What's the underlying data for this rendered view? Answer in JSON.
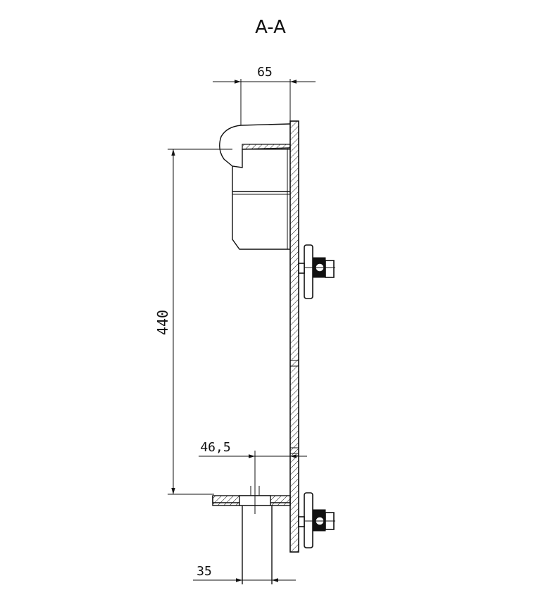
{
  "drawing": {
    "section_title": "A-A",
    "dimensions": {
      "top_width": "65",
      "height": "440",
      "hole_offset": "46,5",
      "bottom_width": "35"
    }
  }
}
